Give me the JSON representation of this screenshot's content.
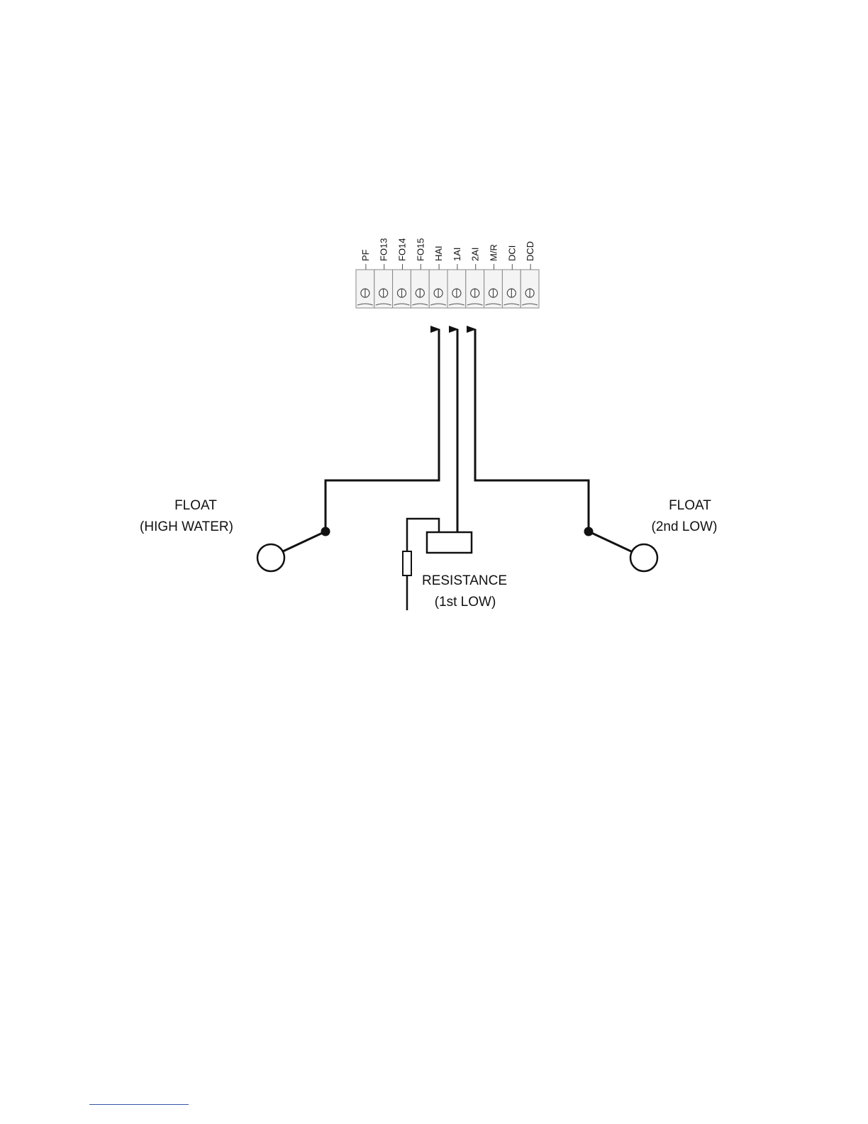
{
  "terminal_block": {
    "terminals": [
      "PF",
      "FO13",
      "FO14",
      "FO15",
      "HAI",
      "1AI",
      "2AI",
      "M/R",
      "DCI",
      "DCD"
    ]
  },
  "labels": {
    "float_left": {
      "line1": "FLOAT",
      "line2": "(HIGH WATER)"
    },
    "float_right": {
      "line1": "FLOAT",
      "line2": "(2nd LOW)"
    },
    "resistance": {
      "line1": "RESISTANCE",
      "line2": "(1st LOW)"
    }
  },
  "colors": {
    "line": "#111111",
    "terminal_fill": "#f4f4f4",
    "footnote_rule": "#3355aa"
  }
}
